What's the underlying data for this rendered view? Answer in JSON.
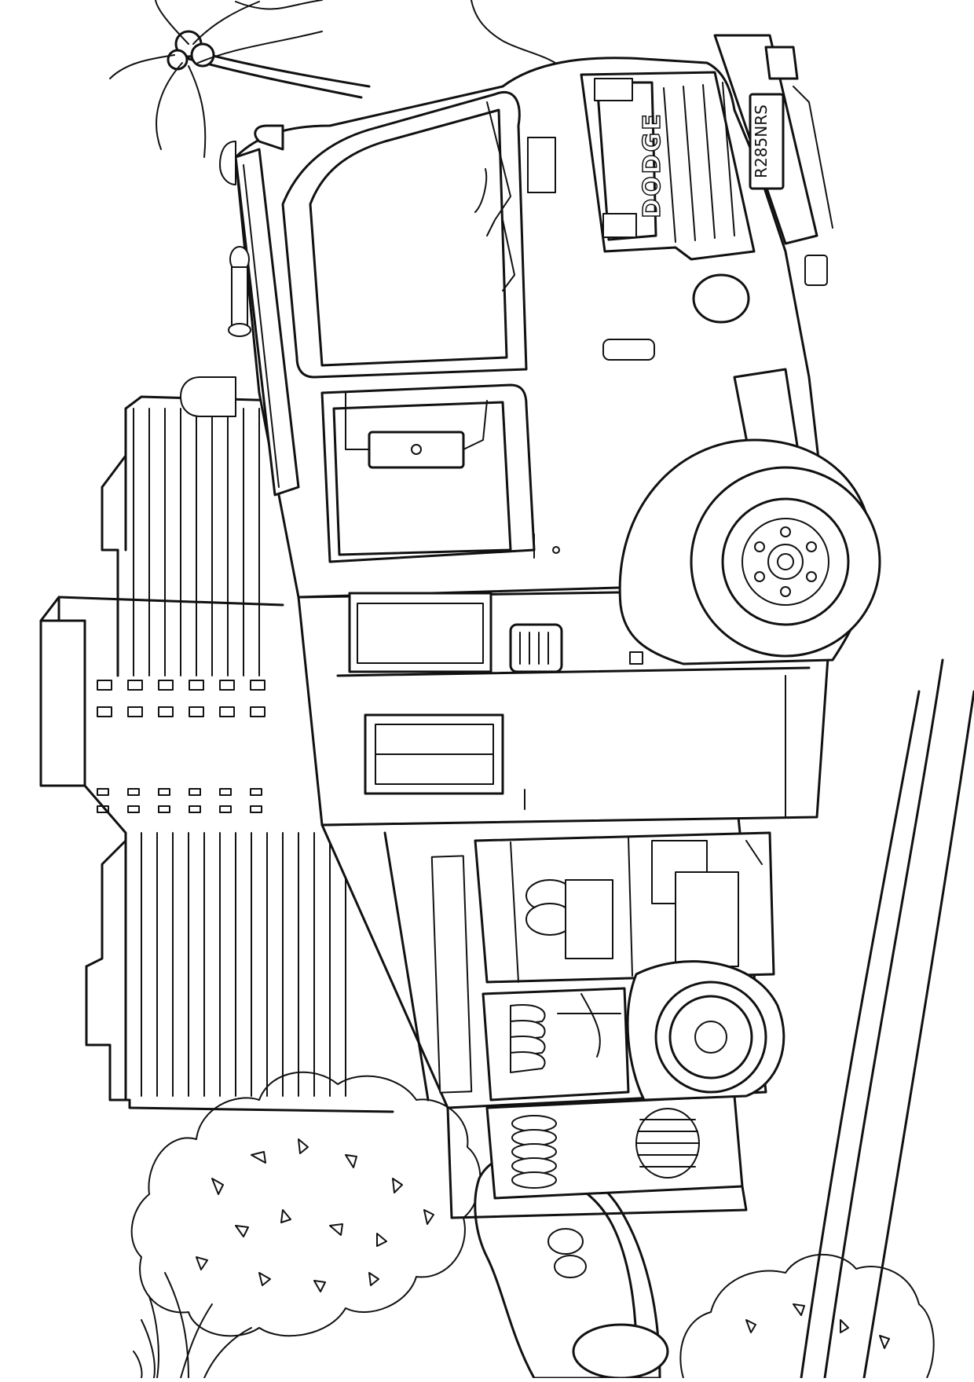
{
  "image": {
    "style": "black line-art coloring page",
    "colors": {
      "ink": "#111111",
      "paper": "#ffffff"
    }
  },
  "truck": {
    "brand_badge": "DODGE",
    "license_plate": "R285NRS"
  }
}
